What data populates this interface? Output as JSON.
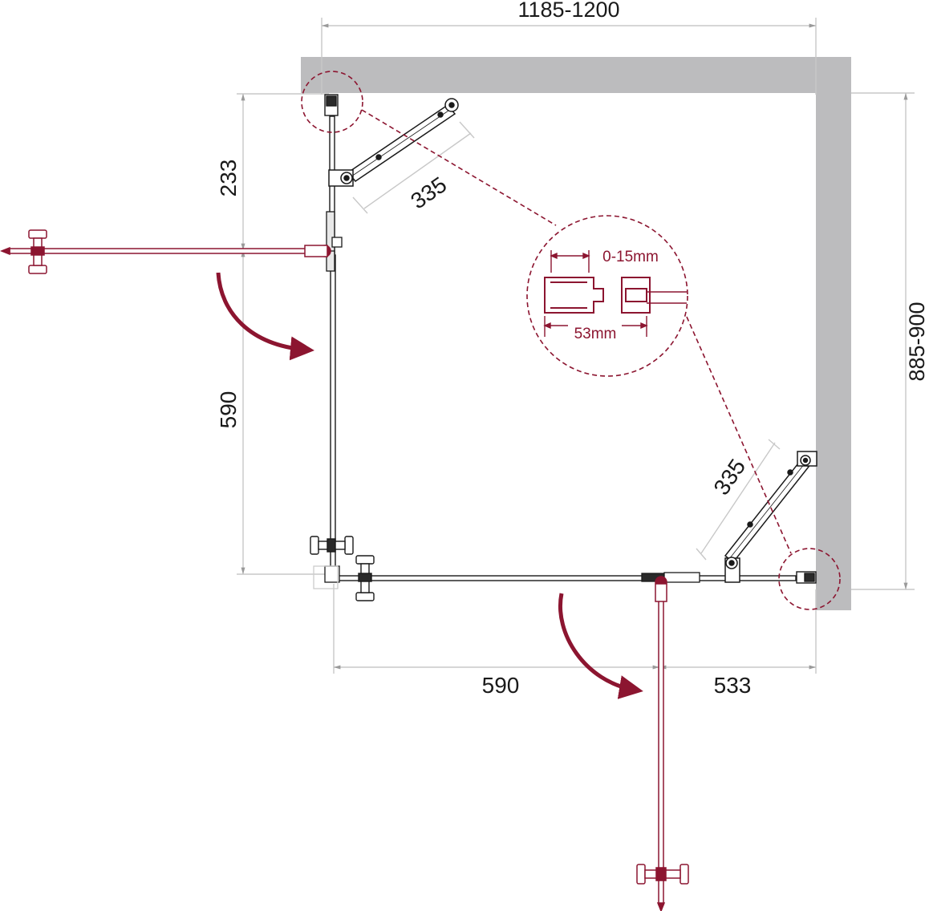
{
  "dimensions": {
    "top_width": "1185-1200",
    "right_height": "885-900",
    "left_fixed_panel": "233",
    "left_door": "590",
    "bottom_door": "590",
    "bottom_fixed_panel": "533",
    "top_stabilizer_bar": "335",
    "right_stabilizer_bar": "335"
  },
  "detail": {
    "adjustment": "0-15mm",
    "profile_width": "53mm"
  },
  "colors": {
    "wall": "#bcbcbe",
    "accent": "#8c1530",
    "line": "#1a1a1a",
    "dim_line": "#c8c8c8"
  }
}
